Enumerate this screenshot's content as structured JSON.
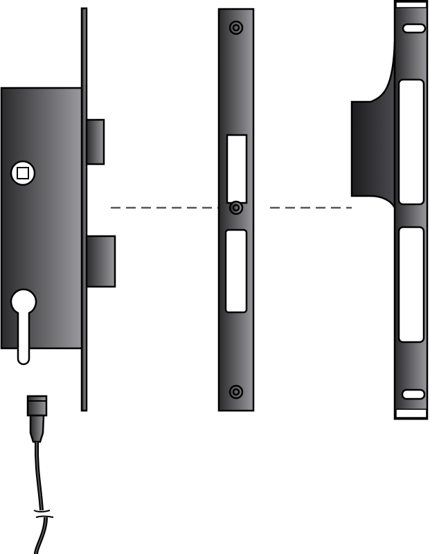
{
  "colors": {
    "metal_dark": "#2a2a2c",
    "metal_light": "#9a9a9e",
    "outline": "#000000",
    "dash_line": "#555555",
    "background": "#ffffff"
  },
  "parts": [
    {
      "id": "mortise-lock",
      "icon": "mortise-lock-body"
    },
    {
      "id": "strike-plate",
      "icon": "flat-strike-plate"
    },
    {
      "id": "box-strike",
      "icon": "box-strike-keeper"
    },
    {
      "id": "cable",
      "icon": "connector-cable"
    }
  ]
}
